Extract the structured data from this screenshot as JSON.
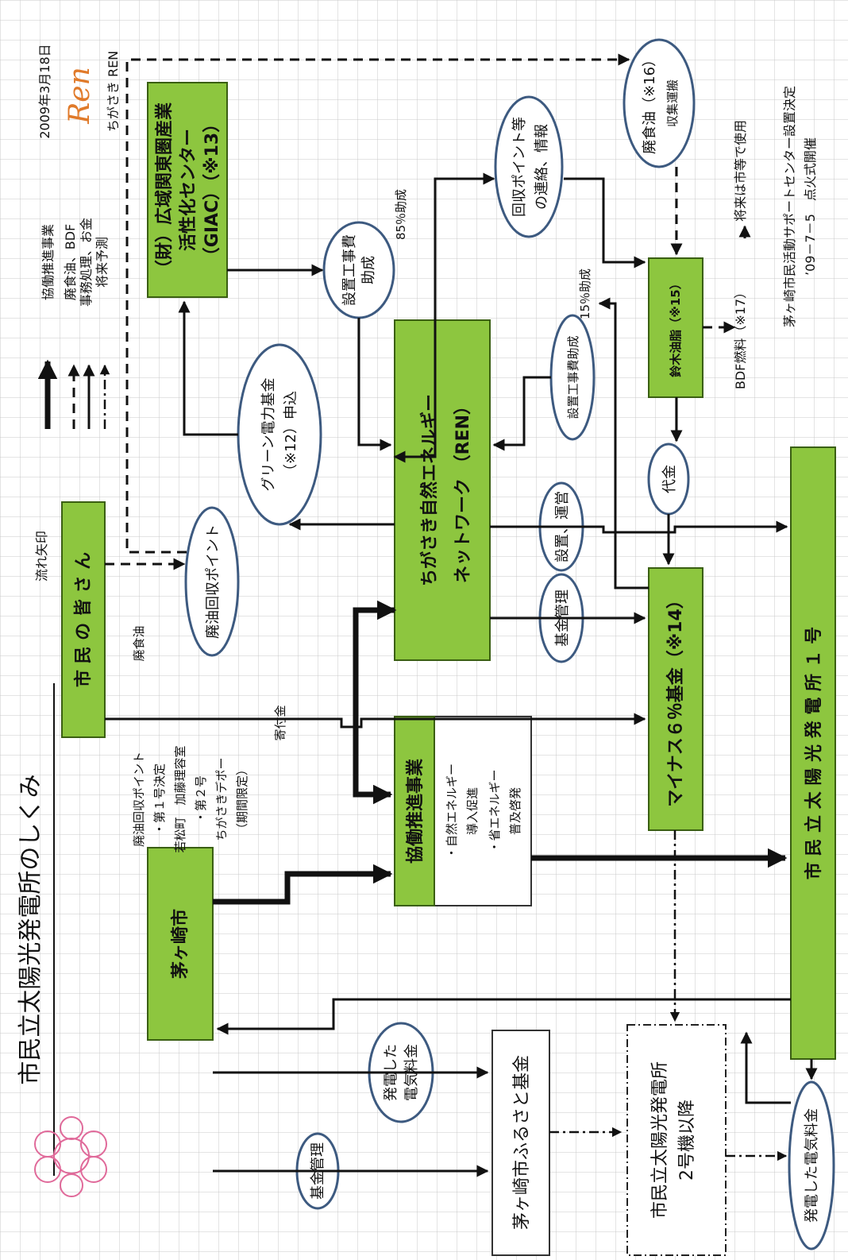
{
  "title": "市民立太陽光発電所のしくみ",
  "date": "2009年3月18日",
  "logo_text": "Ren",
  "org_name": "ちがさき REN",
  "legend": {
    "header": "流れ矢印",
    "items": [
      "協働推進事業",
      "廃食油、BDF",
      "事務処理、お金",
      "将来予測"
    ]
  },
  "boxes": {
    "citizens": "市 民 の 皆 さ ん",
    "chigasaki_city": "茅ヶ崎市",
    "furusato_fund": "茅ヶ崎市ふるさと基金",
    "plant2_line1": "市民立太陽光発電所",
    "plant2_line2": "2号機以降",
    "kyodo": "協働推進事業",
    "kyodo_sub": [
      "・自然エネルギー",
      "導入促進",
      "・省エネルギー",
      "普及啓発"
    ],
    "ren_line1": "ちがさき自然エネルギー",
    "ren_line2": "ネットワーク （REN）",
    "minus6": "マイナス６％基金（※14）",
    "plant1": "市 民 立 太 陽 光 発 電 所 １ 号",
    "giac_line1": "（財）広域関東圏産業",
    "giac_line2": "活性化センター",
    "giac_line3": "（GIAC）（※13）",
    "suzuki": "鈴木油脂（※15）"
  },
  "ovals": {
    "haiyu_point": "廃油回収ポイント",
    "green_line1": "グリーン電力基金",
    "green_line2": "（※12）申込",
    "setchi_line1": "設置工事費",
    "setchi_line2": "助成",
    "kaishu_line1": "回収ポイント等",
    "kaishu_line2": "の連絡、情報",
    "haishokuyu_line1": "廃食油（※16）",
    "haishokuyu_line2": "収集運搬",
    "kikin_kanri1": "基金管理",
    "secchi_unei": "設置、運営",
    "daikin": "代金",
    "setchi_josei": "設置工事費助成",
    "hatsuden_line1": "発電した",
    "hatsuden_line2": "電気料金",
    "kikin_kanri2": "基金管理",
    "hatsuden2": "発電した電気料金"
  },
  "labels": {
    "haishokuyu": "廃食油",
    "kifukin": "寄付金",
    "josei85": "85％助成",
    "josei15": "15％助成",
    "bdf": "BDF燃料（※17）",
    "future": "将来は市等で使用"
  },
  "notes": {
    "haiyu_title": "廃油回収ポイント",
    "haiyu_lines": [
      "・第１号決定",
      "若松町　加藤理容室",
      "・第２号",
      "ちがさきデポー",
      "（期間限定）"
    ],
    "footer_line1": "茅ヶ崎市民活動サポートセンター設置決定",
    "footer_line2": "’09－7－5　点火式開催"
  }
}
